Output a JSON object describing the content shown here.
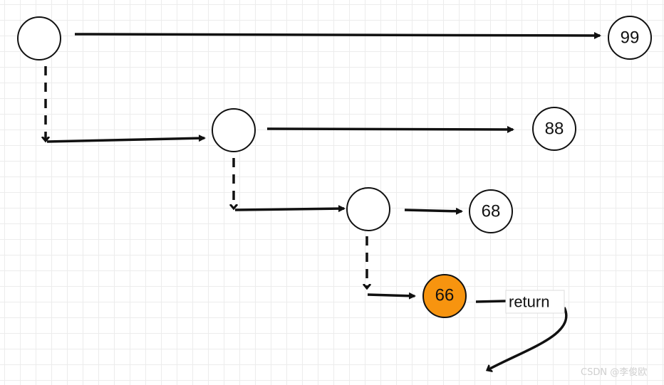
{
  "diagram": {
    "nodes": [
      {
        "id": "n1",
        "label": "",
        "fill": "#ffffff"
      },
      {
        "id": "n99",
        "label": "99",
        "fill": "#ffffff"
      },
      {
        "id": "n2",
        "label": "",
        "fill": "#ffffff"
      },
      {
        "id": "n88",
        "label": "88",
        "fill": "#ffffff"
      },
      {
        "id": "n3",
        "label": "",
        "fill": "#ffffff"
      },
      {
        "id": "n68",
        "label": "68",
        "fill": "#ffffff"
      },
      {
        "id": "n66",
        "label": "66",
        "fill": "#f7940f"
      }
    ],
    "return_label": "return",
    "watermark": "CSDN @李俊欧"
  },
  "colors": {
    "stroke": "#111111",
    "highlight": "#f7940f",
    "grid": "#ececec"
  }
}
